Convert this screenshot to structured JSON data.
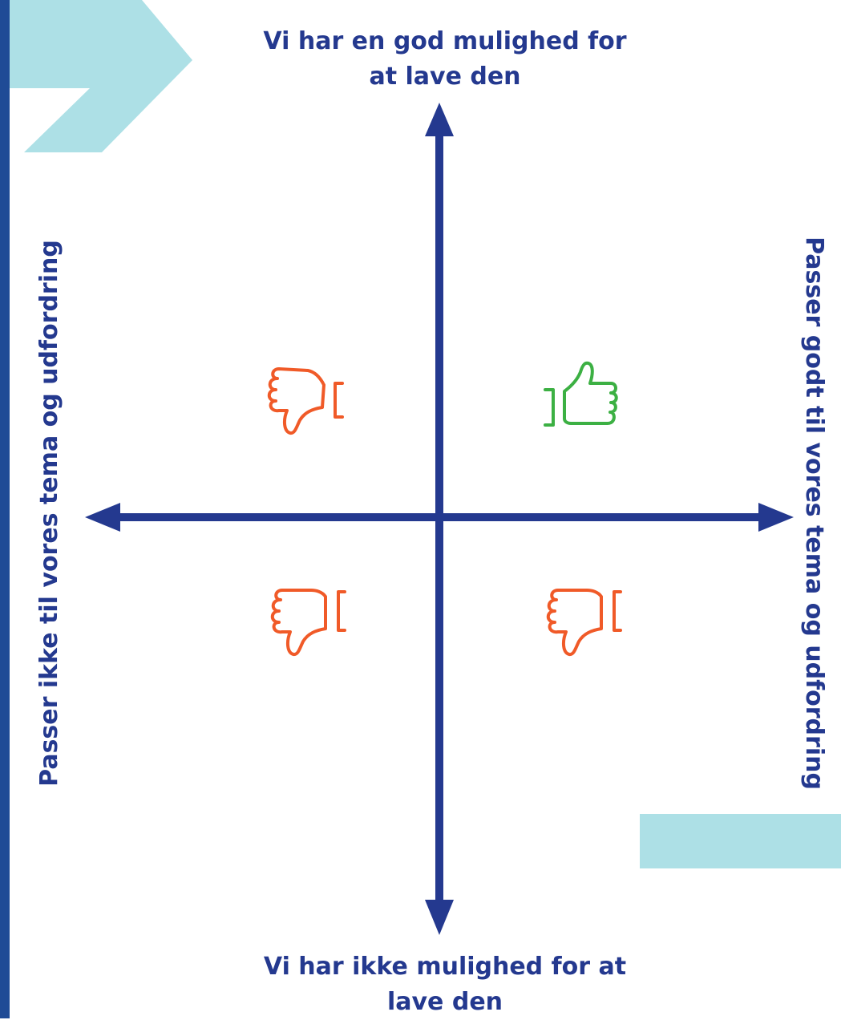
{
  "axis_labels": {
    "top": [
      "Vi har en god mulighed for",
      "at lave den"
    ],
    "bottom": [
      "Vi har ikke mulighed for at",
      "lave den"
    ],
    "left": "Passer ikke til vores tema og udfordring",
    "right": "Passer godt til vores tema og udfordring"
  },
  "quadrants": {
    "top_left": "thumbs-down",
    "top_right": "thumbs-up",
    "bottom_left": "thumbs-down",
    "bottom_right": "thumbs-down"
  },
  "colors": {
    "axis": "#24398f",
    "text": "#24398f",
    "thumbs_up": "#3cb043",
    "thumbs_down": "#f05a28",
    "decoration": "#ade0e6",
    "left_bar": "#1f4b96"
  }
}
